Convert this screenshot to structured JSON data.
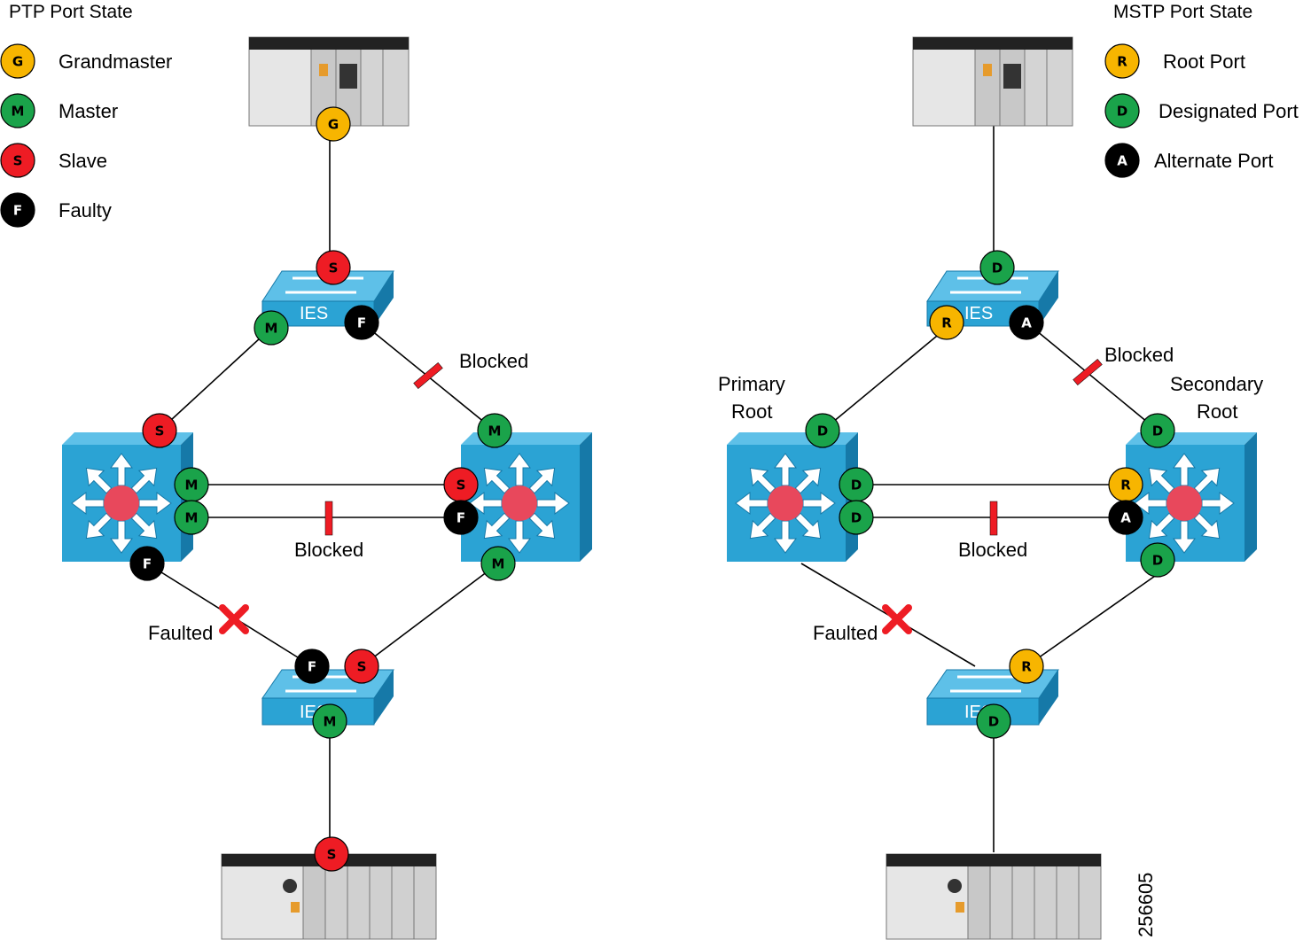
{
  "ptp": {
    "title": "PTP Port State",
    "legend": [
      {
        "letter": "G",
        "label": "Grandmaster"
      },
      {
        "letter": "M",
        "label": "Master"
      },
      {
        "letter": "S",
        "label": "Slave"
      },
      {
        "letter": "F",
        "label": "Faulty"
      }
    ]
  },
  "mstp": {
    "title": "MSTP Port State",
    "legend": [
      {
        "letter": "R",
        "label": "Root Port"
      },
      {
        "letter": "D",
        "label": "Designated Port"
      },
      {
        "letter": "A",
        "label": "Alternate Port"
      }
    ]
  },
  "labels": {
    "blocked": "Blocked",
    "faulted": "Faulted",
    "ies": "IES",
    "primary_root_line1": "Primary",
    "primary_root_line2": "Root",
    "secondary_root_line1": "Secondary",
    "secondary_root_line2": "Root",
    "figure_number": "256605"
  },
  "colors": {
    "G": "#f7b500",
    "R": "#f7b500",
    "M": "#1aa34a",
    "D": "#1aa34a",
    "S": "#ee1c24",
    "F": "#000000",
    "A": "#000000",
    "switch_front": "#2ba3d4",
    "switch_side": "#1679a8",
    "switch_top": "#5ec0e8",
    "blocked_mark": "#ee1c24",
    "fault_mark": "#ee1c24"
  },
  "ptp_ports": {
    "top_plc": "G",
    "top_ies_up": "S",
    "top_ies_left": "M",
    "top_ies_right": "F",
    "left_core_top": "S",
    "left_core_right_a": "M",
    "left_core_right_b": "M",
    "left_core_bottom": "F",
    "right_core_top": "M",
    "right_core_left_a": "S",
    "right_core_left_b": "F",
    "right_core_bottom": "M",
    "bottom_ies_left": "F",
    "bottom_ies_right": "S",
    "bottom_ies_down": "M",
    "bottom_plc": "S"
  },
  "mstp_ports": {
    "top_ies_up": "D",
    "top_ies_left": "R",
    "top_ies_right": "A",
    "left_core_top": "D",
    "left_core_right_a": "D",
    "left_core_right_b": "D",
    "right_core_top": "D",
    "right_core_left_a": "R",
    "right_core_left_b": "A",
    "right_core_bottom": "D",
    "bottom_ies_right": "R",
    "bottom_ies_down": "D"
  }
}
